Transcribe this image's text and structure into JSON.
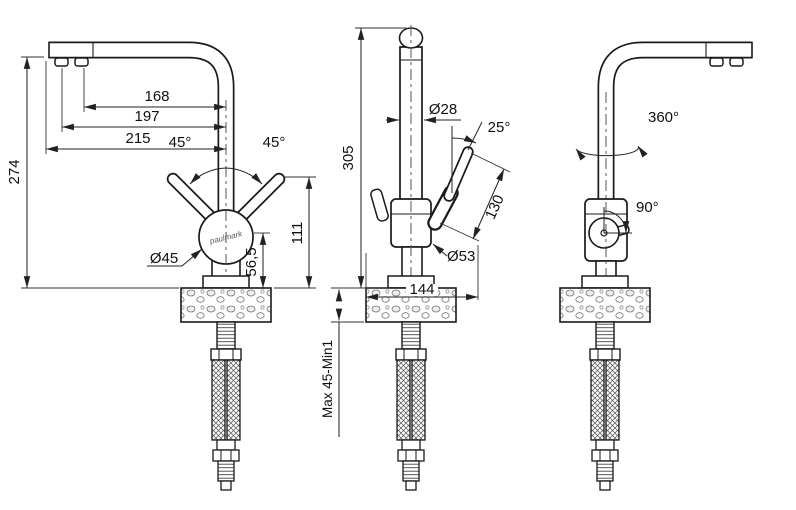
{
  "colors": {
    "line": "#1a1a1a",
    "dimension": "#222222",
    "background": "#ffffff"
  },
  "brand_label": "paulmark",
  "left_view": {
    "dim_height_total": "274",
    "dim_reach_168": "168",
    "dim_reach_197": "197",
    "dim_reach_215": "215",
    "dim_handle_angle_left": "45°",
    "dim_handle_angle_right": "45°",
    "dim_body_diameter": "Ø45",
    "dim_height_111": "111",
    "dim_height_56_5": "56,5"
  },
  "front_view": {
    "dim_height_total": "305",
    "dim_spout_diameter": "Ø28",
    "dim_lever_angle": "25°",
    "dim_lever_length": "130",
    "dim_body_diameter": "Ø53",
    "dim_width_total": "144",
    "dim_mount_thickness": "Max 45-Min1"
  },
  "right_view": {
    "dim_swivel_angle": "360°",
    "dim_lever_angle": "90°"
  }
}
